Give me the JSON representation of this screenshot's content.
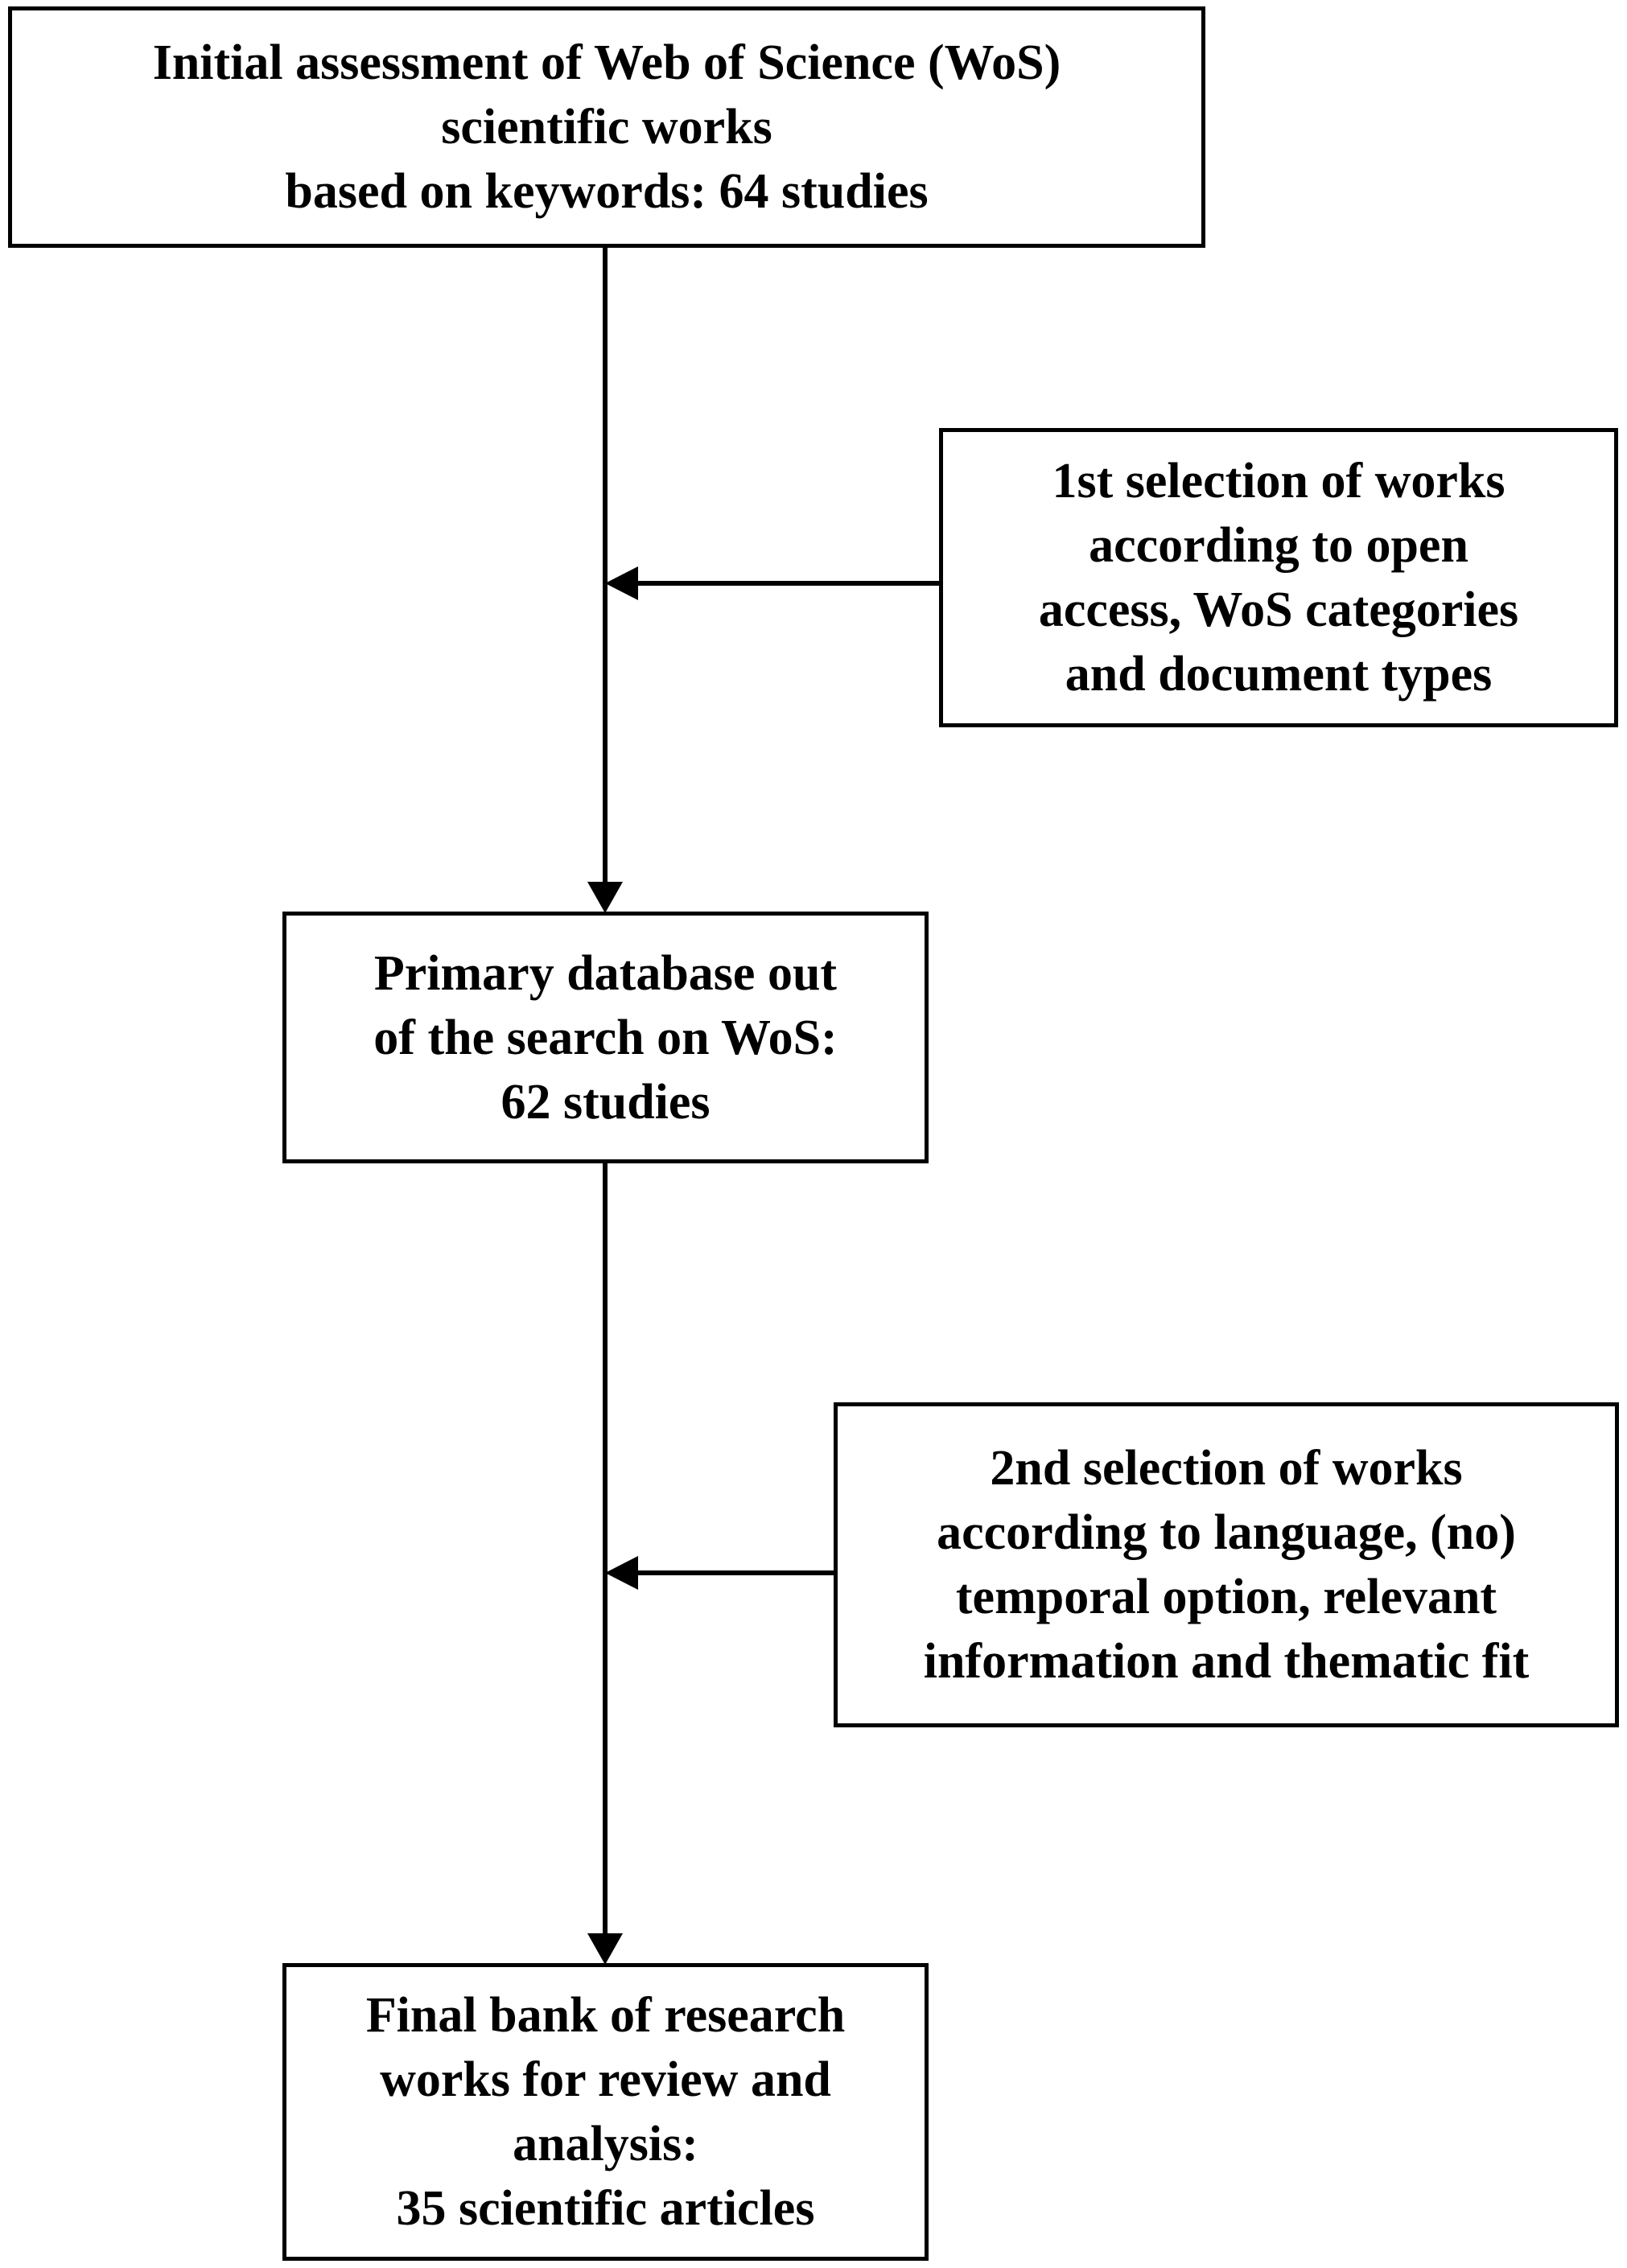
{
  "flow": {
    "box1": {
      "lines": [
        "Initial assessment of Web of Science (WoS)",
        "scientific works",
        "based on keywords: 64 studies"
      ]
    },
    "filter1": {
      "lines": [
        "1st selection of works",
        "according to open",
        "access, WoS categories",
        "and document types"
      ]
    },
    "box2": {
      "lines": [
        "Primary database out",
        "of the search on WoS:",
        "62 studies"
      ]
    },
    "filter2": {
      "lines": [
        "2nd selection of works",
        "according to language, (no)",
        "temporal option, relevant",
        "information and thematic fit"
      ]
    },
    "box3": {
      "lines": [
        "Final bank of research",
        "works for review and",
        "analysis:",
        "35 scientific articles"
      ]
    }
  }
}
